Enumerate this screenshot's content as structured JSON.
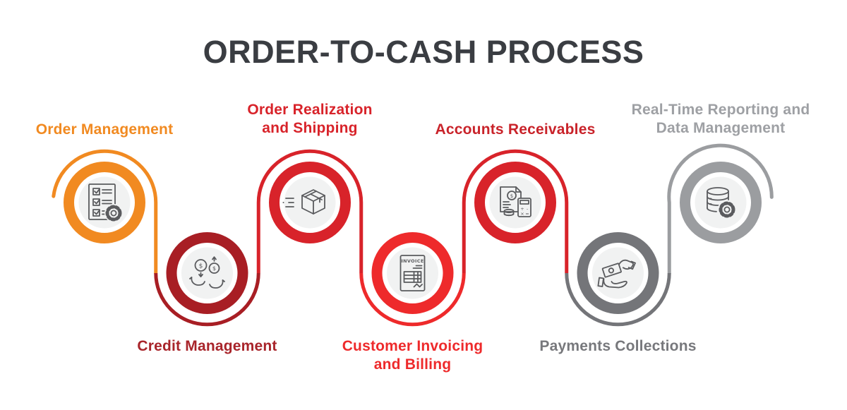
{
  "title": "ORDER-TO-CASH PROCESS",
  "colors": {
    "title": "#3A3D42",
    "background": "#FFFFFF",
    "disc": "#F1F2F2",
    "icon_stroke": "#5A5B5E"
  },
  "steps": [
    {
      "label": "Order Management",
      "lines": [
        "Order Management"
      ],
      "row": "top",
      "color": "#F18A21",
      "label_color": "#F18A21",
      "icon": "checklist-gear-icon"
    },
    {
      "label": "Credit Management",
      "lines": [
        "Credit Management"
      ],
      "row": "bottom",
      "color": "#A81E24",
      "label_color": "#A8242A",
      "icon": "hands-money-exchange-icon",
      "icon_text": "$"
    },
    {
      "label": "Order Realization and Shipping",
      "lines": [
        "Order Realization",
        "and Shipping"
      ],
      "row": "top",
      "color": "#D8232A",
      "label_color": "#D8232A",
      "icon": "shipping-box-icon"
    },
    {
      "label": "Customer Invoicing and Billing",
      "lines": [
        "Customer Invoicing",
        "and Billing"
      ],
      "row": "bottom",
      "color": "#EE2A2B",
      "label_color": "#EE2A2B",
      "icon": "invoice-icon",
      "icon_text": "INVOICE"
    },
    {
      "label": "Accounts Receivables",
      "lines": [
        "Accounts Receivables"
      ],
      "row": "top",
      "color": "#D8232A",
      "label_color": "#C9232A",
      "icon": "invoice-calculator-icon",
      "icon_text": "$",
      "calc_symbols": [
        "+",
        "-",
        "×",
        "="
      ]
    },
    {
      "label": "Payments Collections",
      "lines": [
        "Payments Collections"
      ],
      "row": "bottom",
      "color": "#747579",
      "label_color": "#77787C",
      "icon": "hand-receiving-money-icon"
    },
    {
      "label": "Real-Time Reporting and Data Management",
      "lines": [
        "Real-Time Reporting and",
        "Data Management"
      ],
      "row": "top",
      "color": "#9B9DA0",
      "label_color": "#9EA0A4",
      "icon": "database-gear-icon"
    }
  ]
}
